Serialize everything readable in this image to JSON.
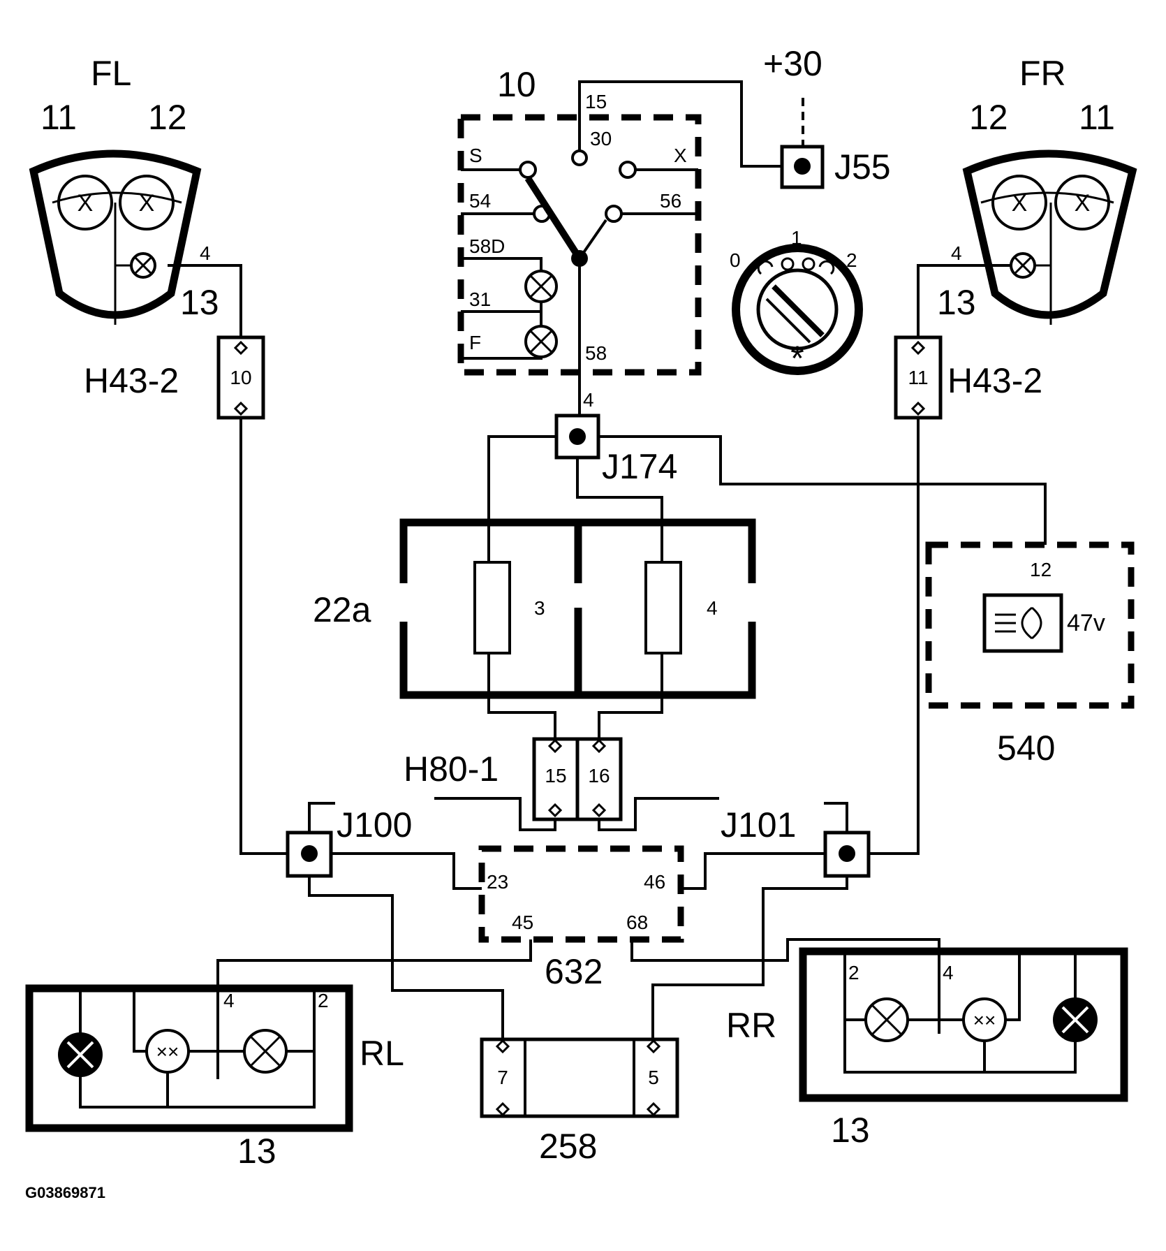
{
  "front_left": {
    "title": "FL",
    "pin_a": "11",
    "pin_b": "12",
    "wire": "4",
    "ref": "13"
  },
  "front_right": {
    "title": "FR",
    "pin_a": "12",
    "pin_b": "11",
    "wire": "4",
    "ref": "13"
  },
  "light_switch": {
    "id": "10",
    "terminals": {
      "t15": "15",
      "t30": "30",
      "s": "S",
      "x": "X",
      "t54": "54",
      "t56": "56",
      "t58d": "58D",
      "t31": "31",
      "f": "F",
      "t58": "58"
    },
    "knob_positions": [
      "0",
      "1",
      "2"
    ]
  },
  "supply": {
    "label": "+30",
    "junction": "J55"
  },
  "junction_j174": {
    "label": "J174",
    "pin": "4"
  },
  "connectors": {
    "left": {
      "label": "H43-2",
      "pin": "10"
    },
    "right": {
      "label": "H43-2",
      "pin": "11"
    },
    "middle": {
      "label": "H80-1",
      "pin_a": "15",
      "pin_b": "16"
    }
  },
  "fuse_box": {
    "label": "22a",
    "fuse_a": "3",
    "fuse_b": "4"
  },
  "fog_module": {
    "id": "540",
    "pin": "12",
    "symbol_label": "47v"
  },
  "junctions": {
    "left": "J100",
    "right": "J101"
  },
  "module_632": {
    "id": "632",
    "pins": [
      "23",
      "46",
      "45",
      "68"
    ]
  },
  "rear_left": {
    "label": "RL",
    "ref": "13",
    "pin_a": "4",
    "pin_b": "2"
  },
  "rear_right": {
    "label": "RR",
    "ref": "13",
    "pin_a": "2",
    "pin_b": "4"
  },
  "trailer_connector": {
    "id": "258",
    "pin_a": "7",
    "pin_b": "5"
  },
  "figure_code": "G03869871"
}
